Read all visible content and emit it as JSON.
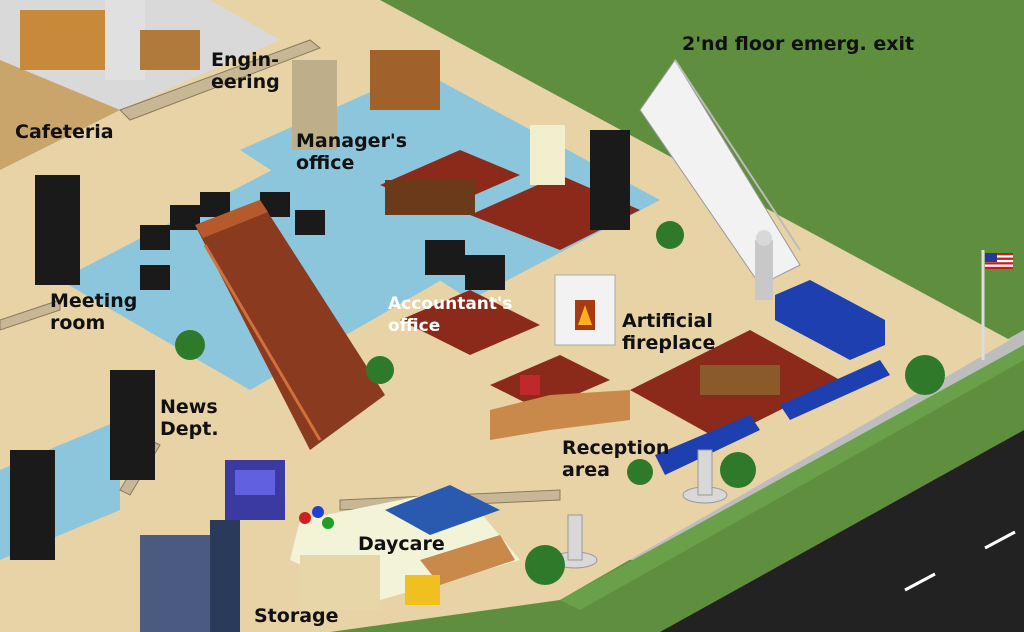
{
  "colors": {
    "grass": "#5f8f3e",
    "floor": "#e8d3a6",
    "carpet_blue": "#8cc6dc",
    "road": "#222222",
    "wall": "#c8b795",
    "lane_marking": "#ffffff",
    "staircase": "#8a3a1f",
    "sofa_blue": "#1e3fb0"
  },
  "labels": {
    "cafeteria": "Cafeteria",
    "engineering": "Engin-\neering",
    "managers_office": "Manager's\noffice",
    "emergency_exit": "2'nd floor emerg. exit",
    "meeting_room": "Meeting\nroom",
    "accountants_office": "Accountant's\noffice",
    "artificial_fireplace": "Artificial\nfireplace",
    "news_dept": "News\nDept.",
    "reception_area": "Reception\narea",
    "daycare": "Daycare",
    "storage": "Storage"
  },
  "icons": {
    "flag": "us-flag-icon",
    "fireplace": "fireplace-icon",
    "staircase": "staircase-icon",
    "fountain": "fountain-icon",
    "arcade": "arcade-machine-icon",
    "knight": "armor-statue-icon"
  }
}
